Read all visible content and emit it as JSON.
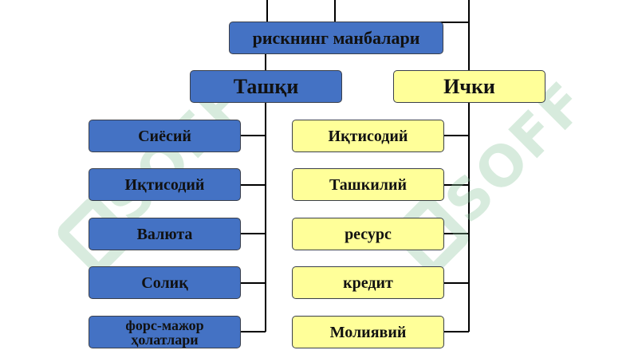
{
  "root": {
    "label": "рискнинг манбалари"
  },
  "external": {
    "label": "Ташқи",
    "items": [
      "Сиёсий",
      "Иқтисодий",
      "Валюта",
      "Солиқ",
      "форс-мажор ҳолатлари"
    ]
  },
  "internal": {
    "label": "Ички",
    "items": [
      "Иқтисодий",
      "Ташкилий",
      "ресурс",
      "кредит",
      "Молиявий"
    ]
  },
  "watermark": {
    "text": "SOFF"
  },
  "colors": {
    "blue": "#4472c4",
    "yellow": "#ffff99",
    "line": "#000000"
  }
}
